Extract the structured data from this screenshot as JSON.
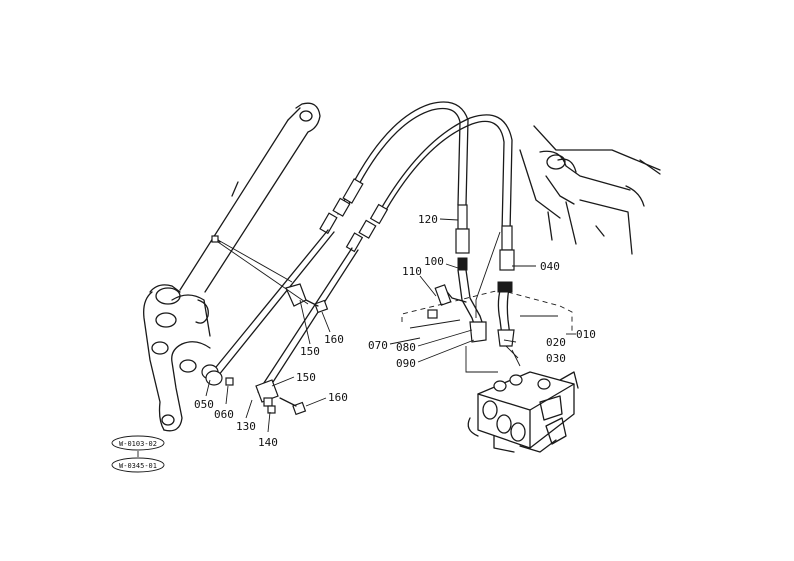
{
  "callouts": {
    "c120": "120",
    "c100": "100",
    "c110": "110",
    "c040": "040",
    "c010": "010",
    "c070": "070",
    "c080": "080",
    "c090": "090",
    "c020": "020",
    "c030": "030",
    "c150a": "150",
    "c160a": "160",
    "c150b": "150",
    "c160b": "160",
    "c050": "050",
    "c060": "060",
    "c130": "130",
    "c140": "140"
  },
  "reference_tags": {
    "ref1": "W-0103-02",
    "ref2": "W-0345-01"
  }
}
